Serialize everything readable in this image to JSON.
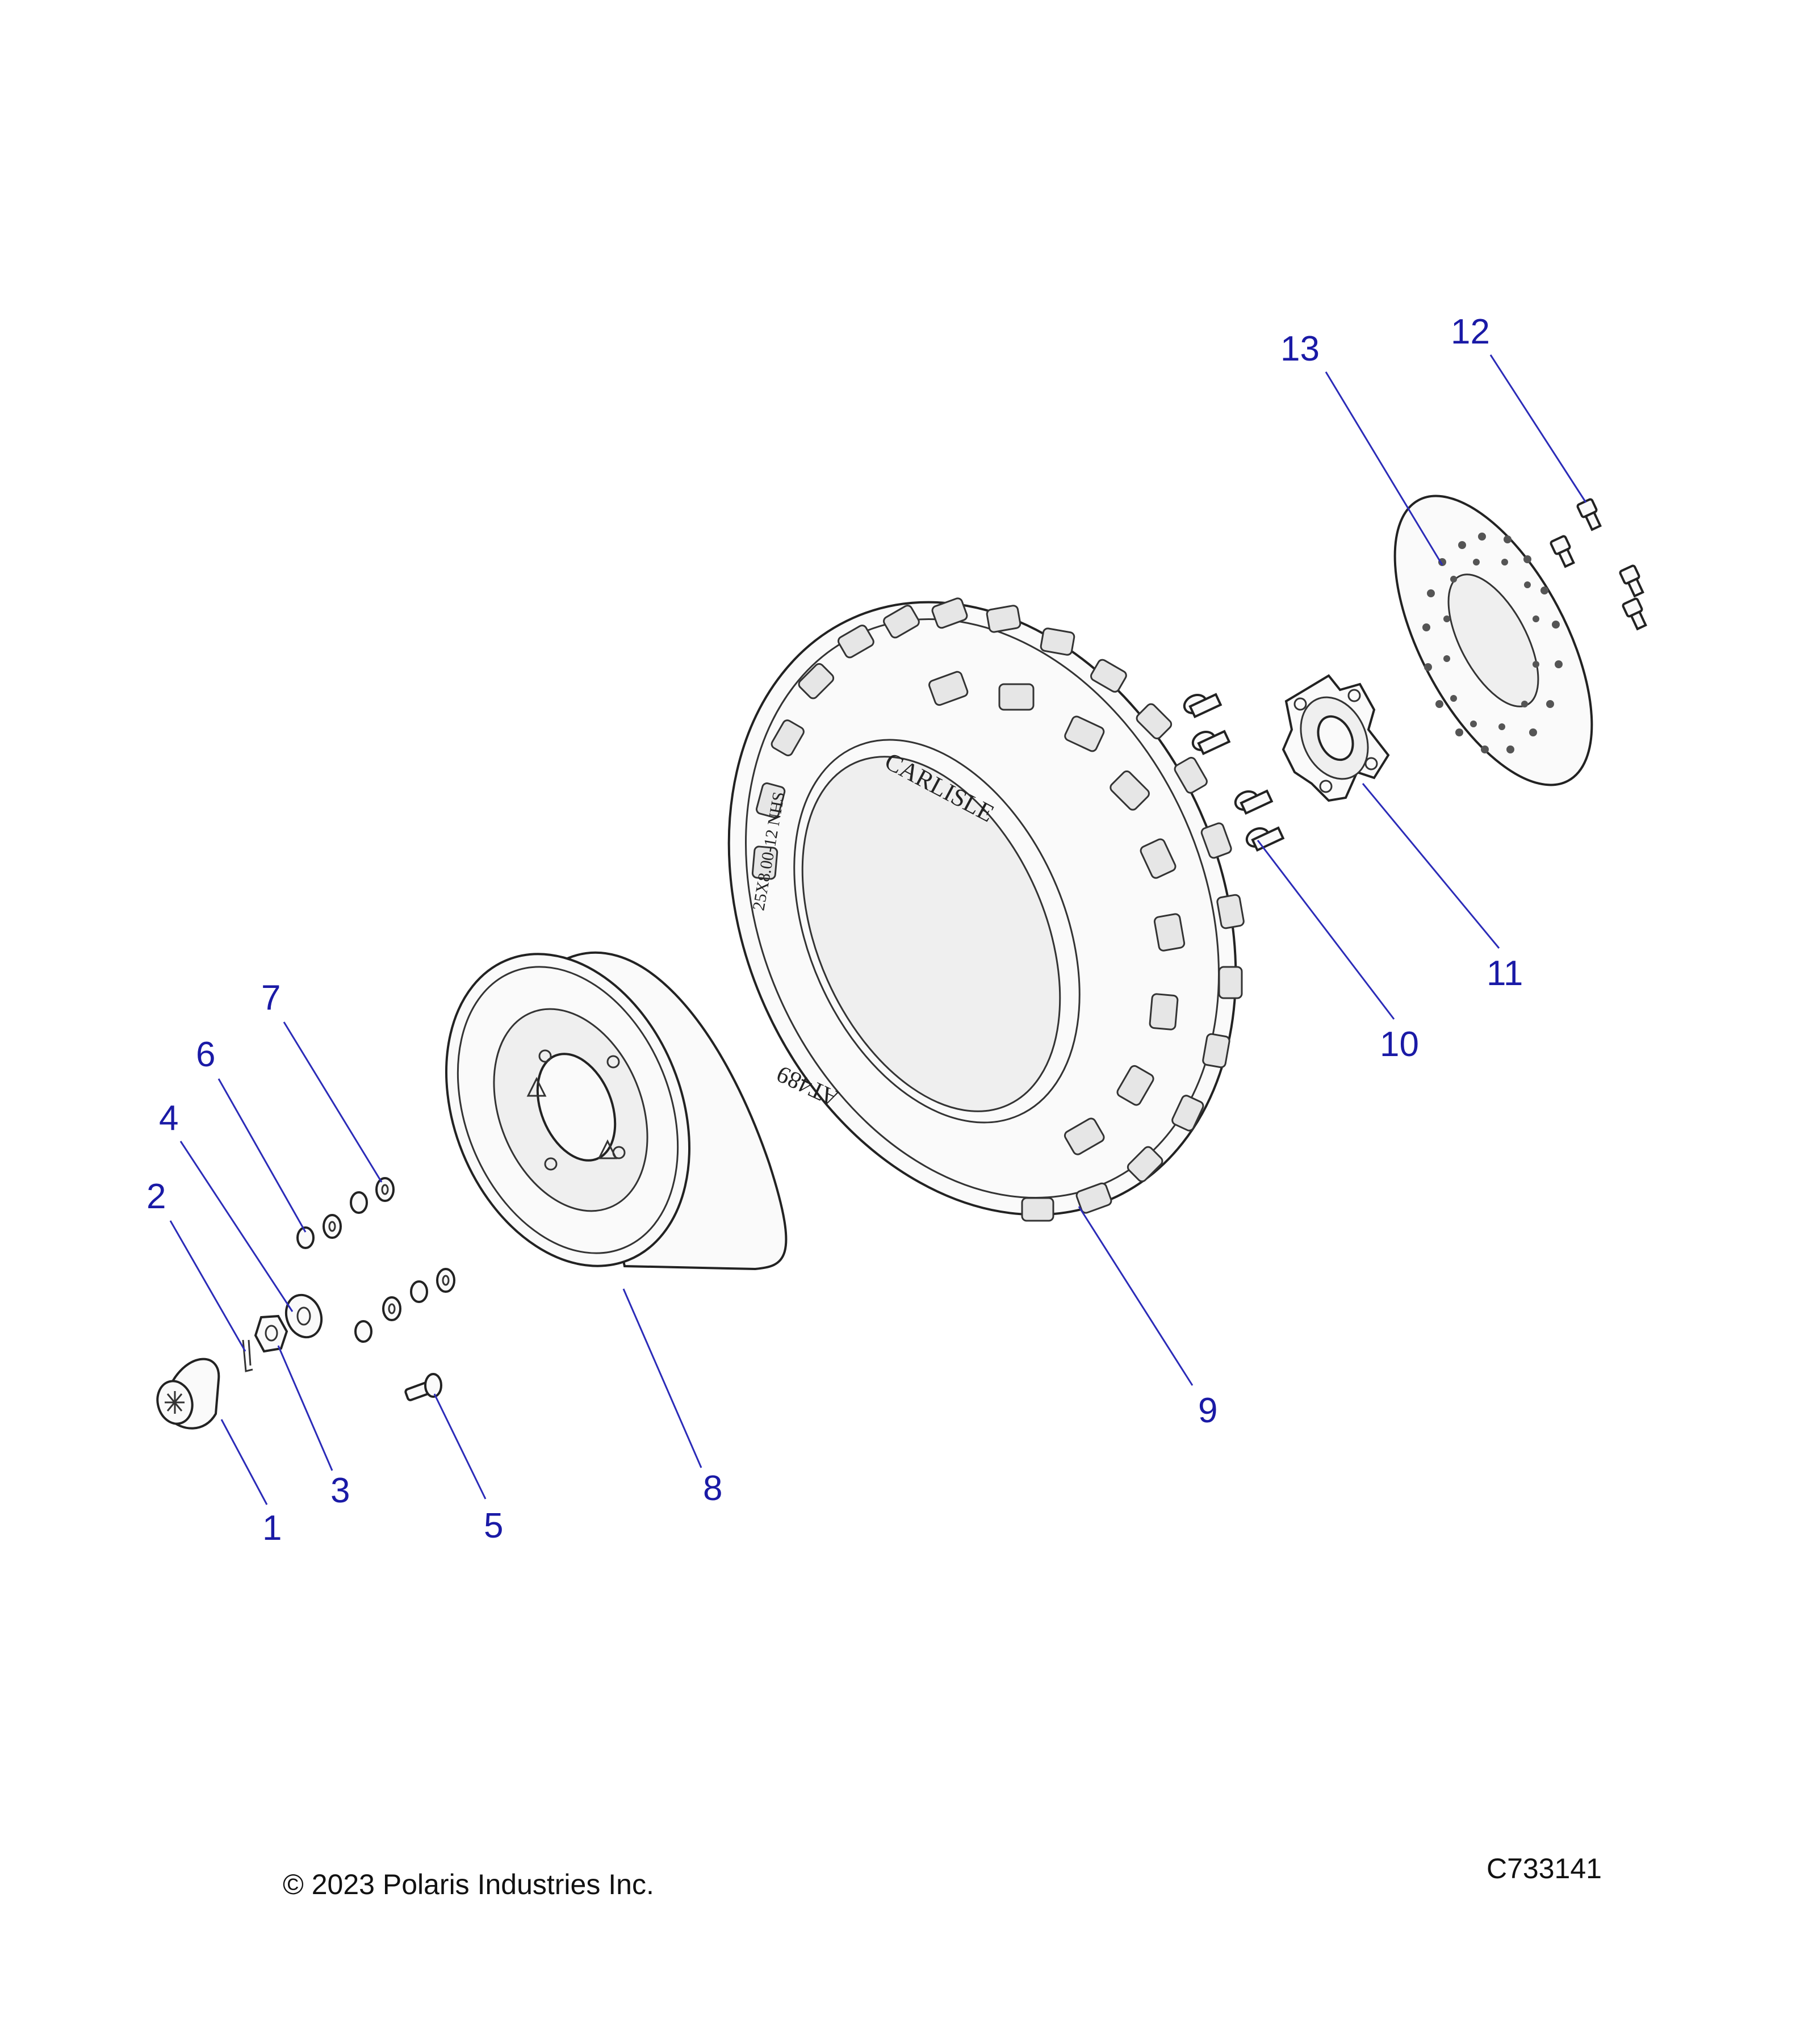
{
  "callouts": [
    "1",
    "2",
    "3",
    "4",
    "5",
    "6",
    "7",
    "8",
    "9",
    "10",
    "11",
    "12",
    "13"
  ],
  "tire_text": {
    "brand": "CARLISLE",
    "size": "25X8.00-12 NHS",
    "model": "AT489"
  },
  "footer": {
    "copyright": "© 2023 Polaris Industries Inc.",
    "drawing_id": "C733141"
  },
  "colors": {
    "callout": "#1a1aa6",
    "line_art": "#222222"
  }
}
